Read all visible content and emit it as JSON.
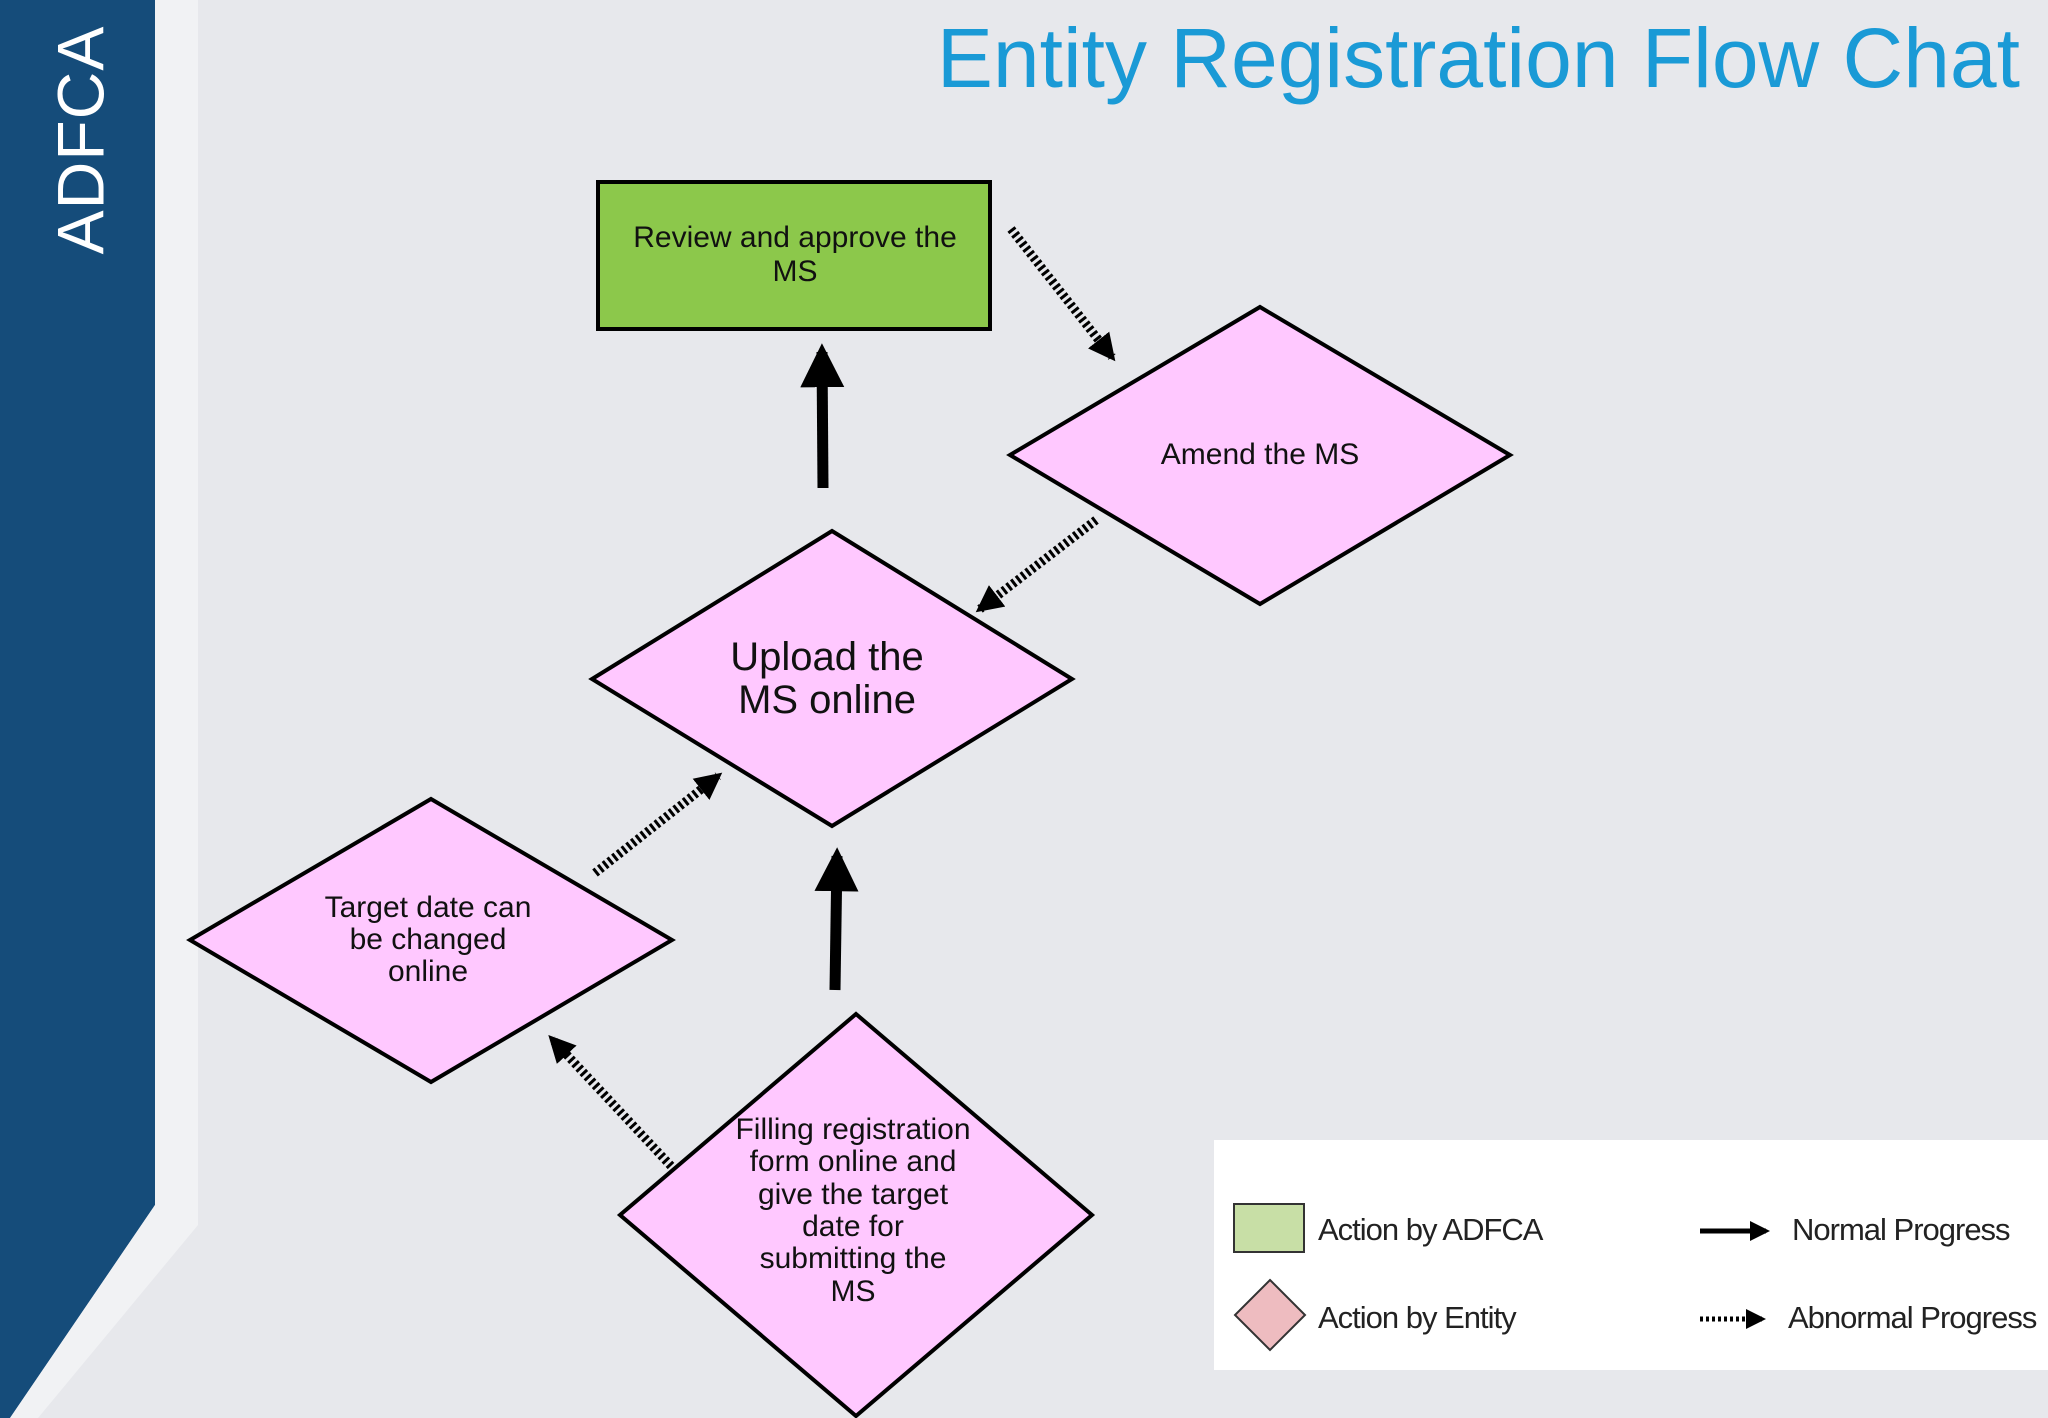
{
  "brand": {
    "label": "ADFCA"
  },
  "title": "Entity Registration Flow Chat",
  "nodes": {
    "review": {
      "label": "Review and approve the MS"
    },
    "amend": {
      "label": "Amend the MS"
    },
    "upload": {
      "label": "Upload the MS online"
    },
    "target": {
      "label": "Target date can be changed online"
    },
    "filling": {
      "label": "Filling registration form online and give the target date for submitting the MS"
    }
  },
  "legend": {
    "adfca": "Action by ADFCA",
    "entity": "Action by Entity",
    "normal": "Normal Progress",
    "abnormal": "Abnormal Progress"
  },
  "colors": {
    "sidebar": "#154c7a",
    "title": "#1a9ad6",
    "adfca_fill": "#8cc84b",
    "entity_fill": "#ffc8ff",
    "legend_adfca": "#c8dfa6",
    "legend_entity": "#eebcc0"
  }
}
